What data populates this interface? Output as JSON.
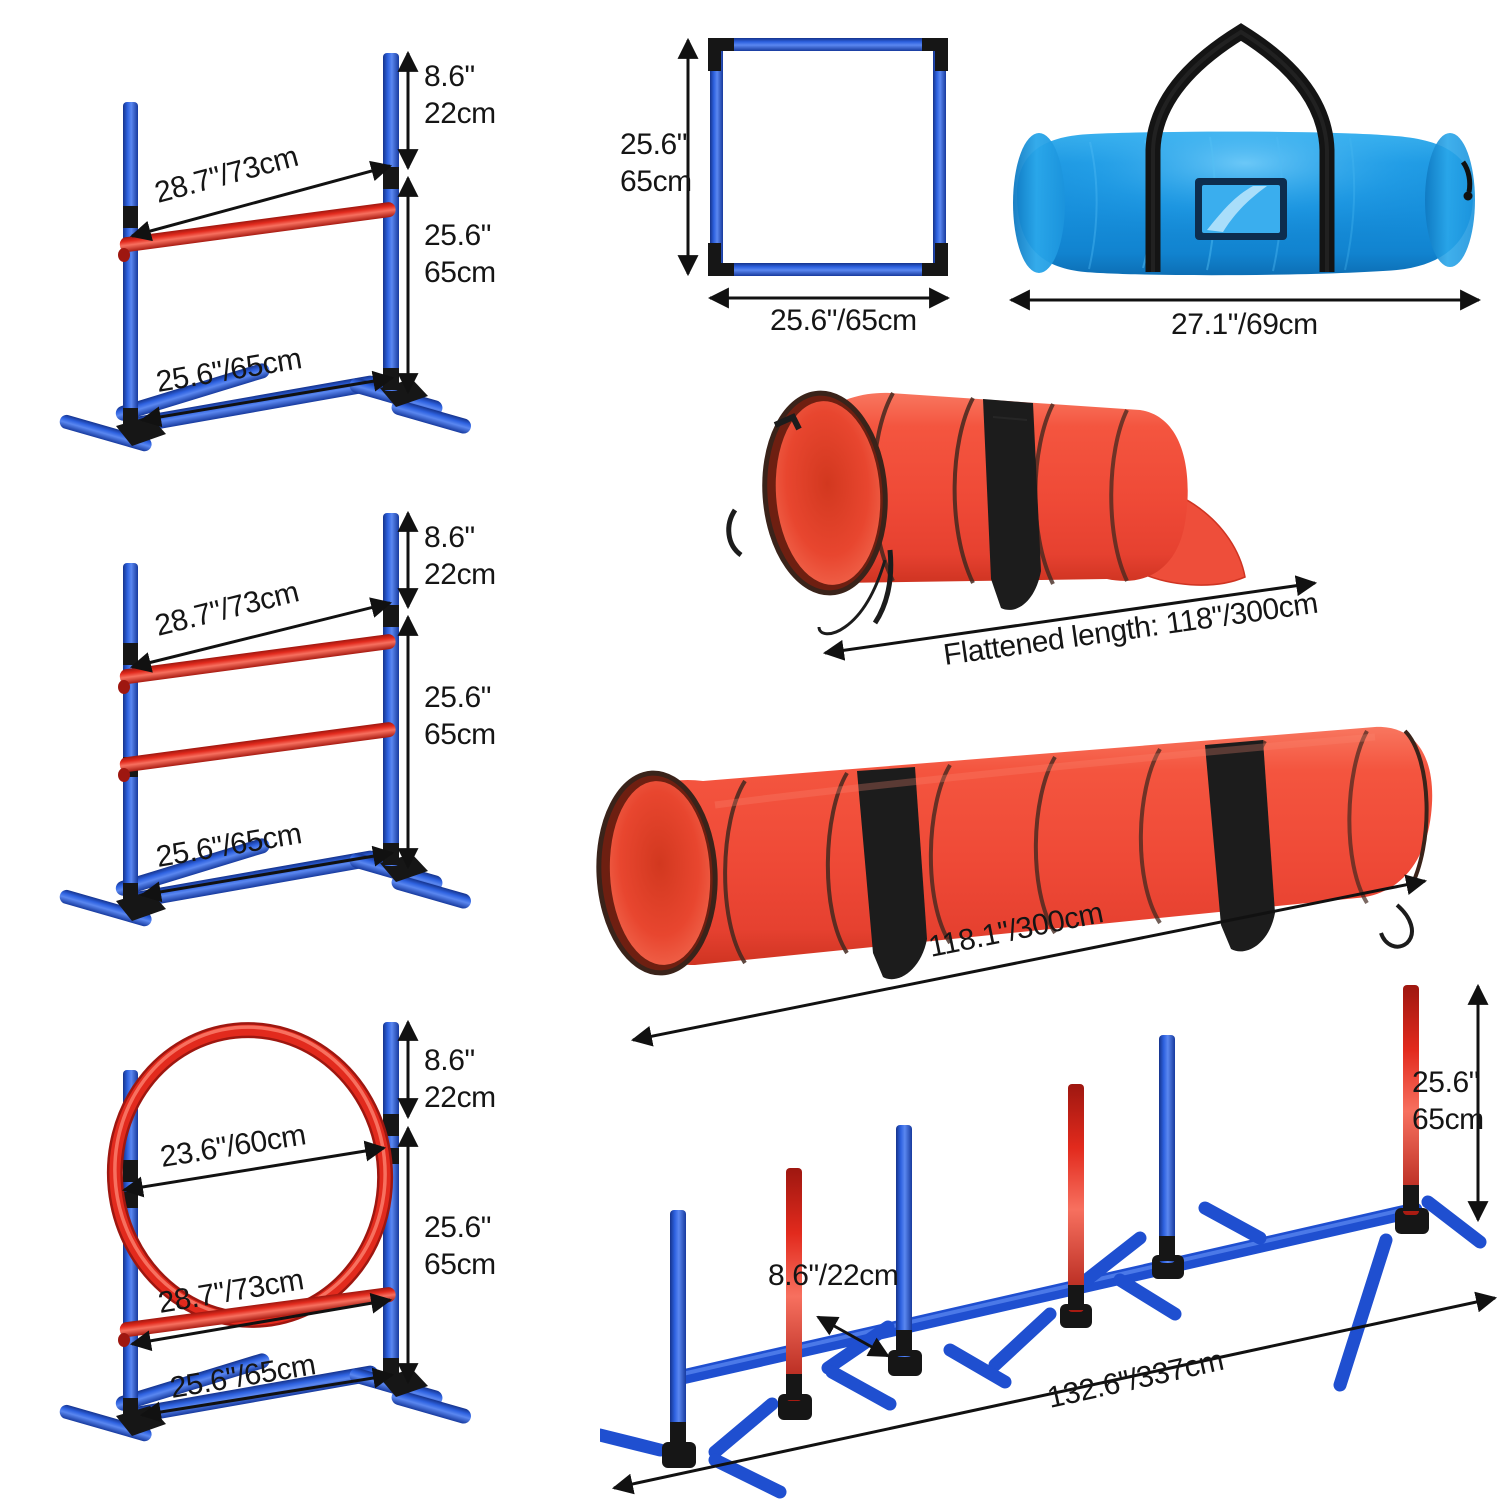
{
  "page": {
    "title": "Dog Agility Training Equipment — Dimension Diagram",
    "background": "#ffffff"
  },
  "colors": {
    "pole_blue": "#1f4fd0",
    "pole_blue_dark": "#15338c",
    "pole_blue_light": "#4a78ea",
    "bar_red": "#e22a1d",
    "bar_red_dark": "#9e1710",
    "bar_red_light": "#f25c4c",
    "connector_black": "#161616",
    "tunnel_red": "#f04c3b",
    "tunnel_red_dark": "#c6321f",
    "tunnel_red_light": "#fb7a64",
    "tunnel_strap_black": "#1c1c1c",
    "bag_blue": "#22a0e6",
    "bag_blue_dark": "#0f70b8",
    "bag_blue_light": "#58c0f3",
    "bag_strap_black": "#141414",
    "dimension_line": "#111111",
    "text": "#151515"
  },
  "panels": {
    "single_hurdle": {
      "name": "Adjustable single-bar hurdle",
      "dimensions": {
        "top_gap": "8.6\"\n22cm",
        "pole_height": "25.6\"\n65cm",
        "bar_width": "28.7\"/73cm",
        "base_width": "25.6\"/65cm"
      }
    },
    "double_hurdle": {
      "name": "Adjustable double-bar hurdle",
      "dimensions": {
        "top_gap": "8.6\"\n22cm",
        "pole_height": "25.6\"\n65cm",
        "bar_width": "28.7\"/73cm",
        "base_width": "25.6\"/65cm"
      }
    },
    "hoop_hurdle": {
      "name": "Hoop jump with bar",
      "dimensions": {
        "top_gap": "8.6\"\n22cm",
        "pole_height": "25.6\"\n65cm",
        "hoop_diameter": "23.6\"/60cm",
        "bar_width": "28.7\"/73cm",
        "base_width": "25.6\"/65cm"
      }
    },
    "square_frame": {
      "name": "Square pause-box frame",
      "dimensions": {
        "height": "25.6\"\n65cm",
        "width": "25.6\"/65cm"
      }
    },
    "carry_bag": {
      "name": "Blue carry / storage bag",
      "dimensions": {
        "width": "27.1\"/69cm"
      }
    },
    "tunnel_short": {
      "name": "Agility tunnel (partly collapsed)",
      "dimensions": {
        "length": "Flattened length: 118\"/300cm"
      }
    },
    "tunnel_long": {
      "name": "Agility tunnel (expanded)",
      "dimensions": {
        "length": "118.1\"/300cm"
      }
    },
    "weave_poles": {
      "name": "Weave pole set",
      "pole_colors": [
        "blue",
        "red",
        "blue",
        "red",
        "blue",
        "red"
      ],
      "pole_count": 6,
      "dimensions": {
        "pole_height": "25.6\"\n65cm",
        "foot_length": "8.6\"/22cm",
        "total_length": "132.6\"/337cm"
      }
    }
  }
}
